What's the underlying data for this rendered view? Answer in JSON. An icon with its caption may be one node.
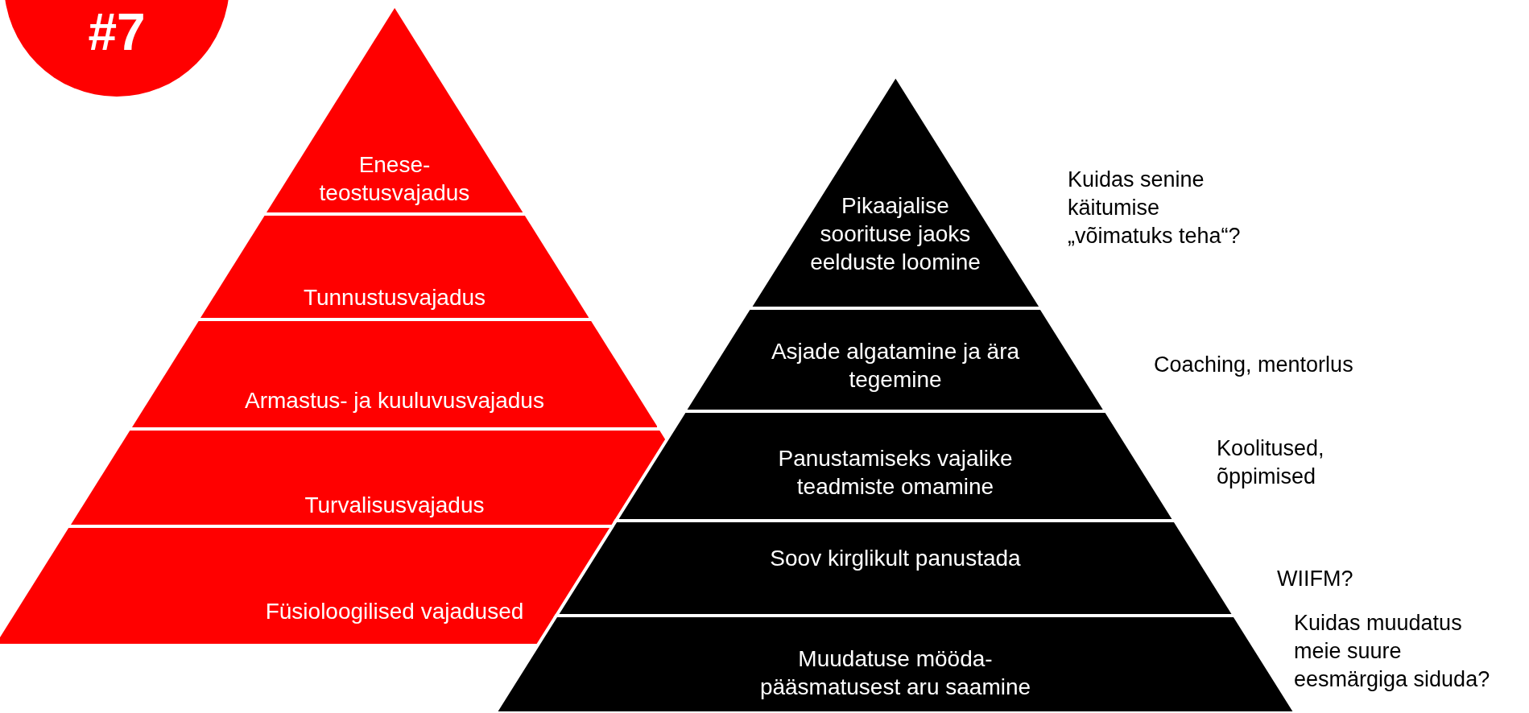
{
  "diagram": {
    "nodes": [
      {
        "text": [
          "#7"
        ]
      },
      {
        "text": [
          "Enese- teostusvajadus"
        ]
      },
      {
        "text": [
          "Tunnustusvajadus"
        ]
      },
      {
        "text": [
          "Armastus- ja kuuluvusvajadus"
        ]
      },
      {
        "text": [
          "Turvalisusvajadus"
        ]
      },
      {
        "text": [
          "Füsioloogilised vajadused"
        ]
      },
      {
        "text": [
          "Pikaajalise soorituse jaoks eelduste loomine"
        ],
        "beside": [
          "Kuidas senine käitumise „võimatuks teha“?"
        ]
      },
      {
        "text": [
          "Asjade algatamine ja ära tegemine"
        ],
        "beside": [
          "Coaching, mentorlus"
        ]
      },
      {
        "text": [
          "Panustamiseks vajalike teadmiste omamine"
        ],
        "beside": [
          "Koolitused, õppimised"
        ]
      },
      {
        "text": [
          "Soov kirglikult panustada"
        ],
        "beside": [
          "WIIFM?"
        ]
      },
      {
        "text": [
          "Muudatuse mööda- pääsmatusest aru saamine"
        ],
        "beside": [
          "Kuidas muudatus meie suure eesmärgiga siduda?"
        ]
      }
    ]
  }
}
